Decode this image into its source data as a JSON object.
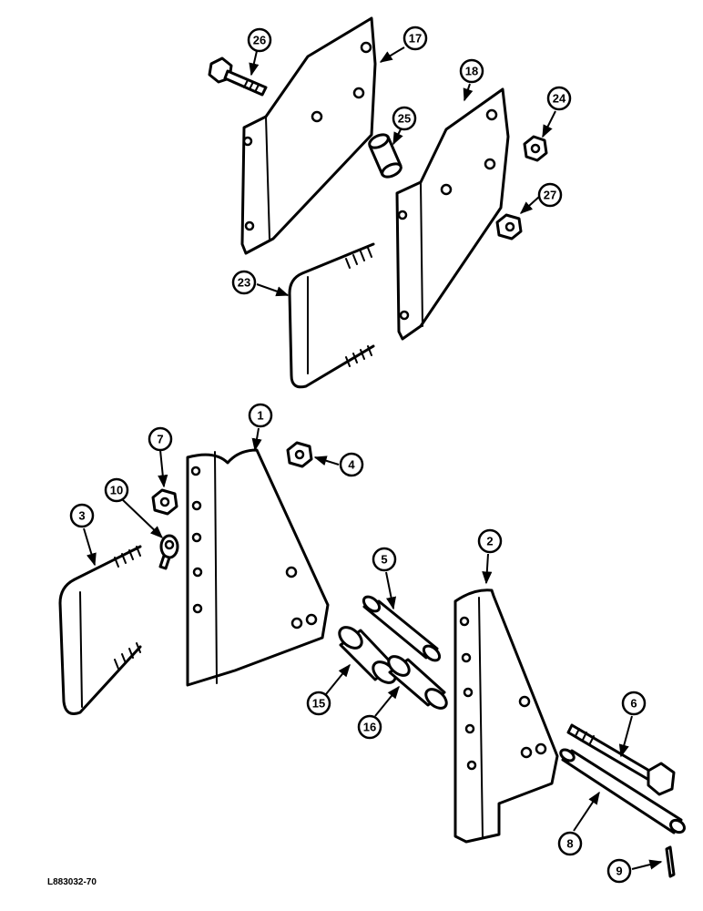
{
  "callouts": {
    "c1": "1",
    "c2": "2",
    "c3": "3",
    "c4": "4",
    "c5": "5",
    "c6": "6",
    "c7": "7",
    "c8": "8",
    "c9": "9",
    "c10": "10",
    "c15": "15",
    "c16": "16",
    "c17": "17",
    "c18": "18",
    "c23": "23",
    "c24": "24",
    "c25": "25",
    "c26": "26",
    "c27": "27"
  },
  "reference_code": "L883032-70"
}
